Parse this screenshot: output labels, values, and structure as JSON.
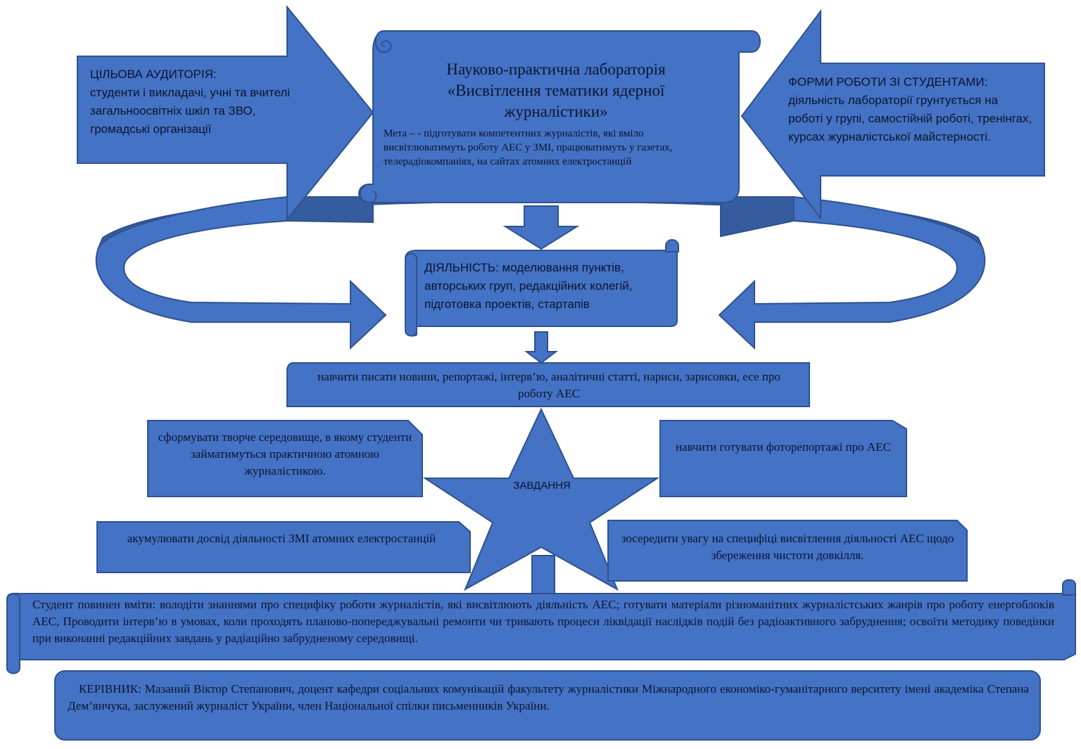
{
  "colors": {
    "fill": "#4472c4",
    "stroke": "#2f528f",
    "dark": "#345c9f",
    "text": "#0b1530"
  },
  "target_audience": {
    "heading": "ЦІЛЬОВА АУДИТОРІЯ:",
    "text": "студенти і викладачі, учні та вчителі загальноосвітніх шкіл та ЗВО, громадські організації"
  },
  "lab": {
    "title_line1": "Науково-практична лабораторія",
    "title_line2": "«Висвітлення тематики ядерної журналістики»",
    "goal": "Мета – - підготувати компетентних журналістів, які вміло висвітлюватимуть роботу АЕС у ЗМІ, працюватимуть у газетах, телерадіокомпаніях, на сайтах атомних електростанцій"
  },
  "work_forms": {
    "heading": "ФОРМИ РОБОТИ ЗІ СТУДЕНТАМИ:",
    "text": "діяльність лабораторії грунтується на роботі у групі, самостійній роботі, тренінгах, курсах журналістської майстерності."
  },
  "activity": {
    "text": "ДІЯЛЬНІСТЬ: моделювання пунктів, авторських груп, редакційних колегій, підготовка проектів, стартапів"
  },
  "tasks": {
    "label": "ЗАВДАННЯ",
    "teach_writing": "навчити писати новини, репортажі, інтерв’ю, аналітичні статті, нариси, зарисовки, есе про роботу АЕС",
    "creative_env": "сформувати творче середовище, в якому студенти займатимуться практичною атомною журналістикою.",
    "photo": "навчити готувати фоторепортажі про АЕС",
    "accumulate": "акумулювати досвід діяльності ЗМІ атомних електростанцій",
    "focus": "зосередити увагу на специфіці висвітлення діяльності АЕС щодо збереження чистоти довкілля."
  },
  "student": {
    "text": "Студент повинен вміти: володіти знаннями про специфіку роботи журналістів, які висвітлюють діяльність АЕС; готувати матеріали різноманітних журналістських жанрів про роботу енергоблоків АЕС, Проводити інтерв’ю в умовах, коли проходять планово-попереджувальні ремонти чи тривають процеси ліквідації наслідків подій без радіоактивного забруднення; освоїти методику поведінки при виконанні редакційних завдань у радіаційно забрудненому середовищі."
  },
  "head": {
    "text": "КЕРІВНИК: Мазаний Віктор Степанович, доцент кафедри соціальних комунікацій факультету журналістики Міжнародного економіко-гуманітарного верситету імені академіка Степана Дем’янчука, заслужений журналіст України, член Національної спілки письменників України."
  }
}
